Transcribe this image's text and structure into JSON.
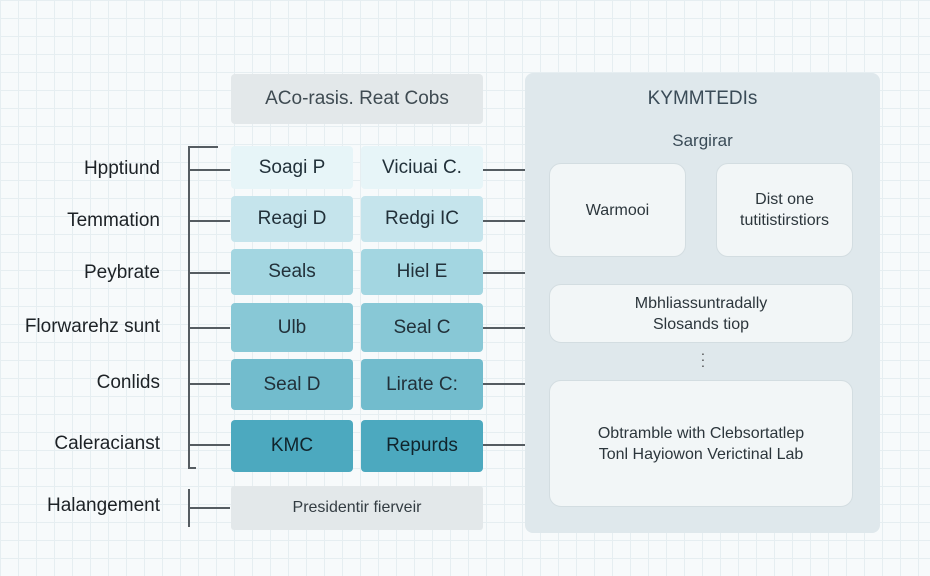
{
  "header": {
    "title": "ACo-rasis. Reat Cobs"
  },
  "rows": [
    {
      "label": "Hpptiund",
      "left": "Soagi P",
      "right": "Viciuai C."
    },
    {
      "label": "Temmation",
      "left": "Reagi D",
      "right": "Redgi IC"
    },
    {
      "label": "Peybrate",
      "left": "Seals",
      "right": "Hiel E"
    },
    {
      "label": "Florwarehz sunt",
      "left": "Ulb",
      "right": "Seal C"
    },
    {
      "label": "Conlids",
      "left": "Seal D",
      "right": "Lirate C:"
    },
    {
      "label": "Caleracianst",
      "left": "KMC",
      "right": "Repurds"
    }
  ],
  "bottom": {
    "label": "Halangement",
    "cell": "Presidentir fierveir"
  },
  "panel": {
    "title": "KYMMTEDIs",
    "subtitle": "Sargirar",
    "box_left": "Warmooi",
    "box_right_line1": "Dist one",
    "box_right_line2": "tutitistirstiors",
    "box_wide_line1": "Mbhliassuntradally",
    "box_wide_line2": "Slosands tiop",
    "box_big_line1": "Obtramble with Clebsortatlep",
    "box_big_line2": "Tonl Hayiowon Verictinal Lab"
  }
}
